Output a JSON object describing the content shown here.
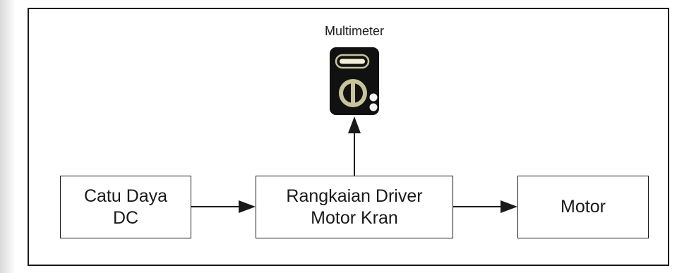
{
  "diagram": {
    "multimeter_label": "Multimeter",
    "nodes": {
      "power_supply": {
        "line1": "Catu Daya",
        "line2": "DC"
      },
      "driver": {
        "line1": "Rangkaian Driver",
        "line2": "Motor Kran"
      },
      "motor": {
        "label": "Motor"
      }
    },
    "edges": [
      {
        "from": "power_supply",
        "to": "driver"
      },
      {
        "from": "driver",
        "to": "motor"
      },
      {
        "from": "driver",
        "to": "multimeter"
      }
    ],
    "colors": {
      "line": "#1a1a1a",
      "multimeter_body": "#111111",
      "multimeter_accent": "#c8c39a"
    }
  }
}
